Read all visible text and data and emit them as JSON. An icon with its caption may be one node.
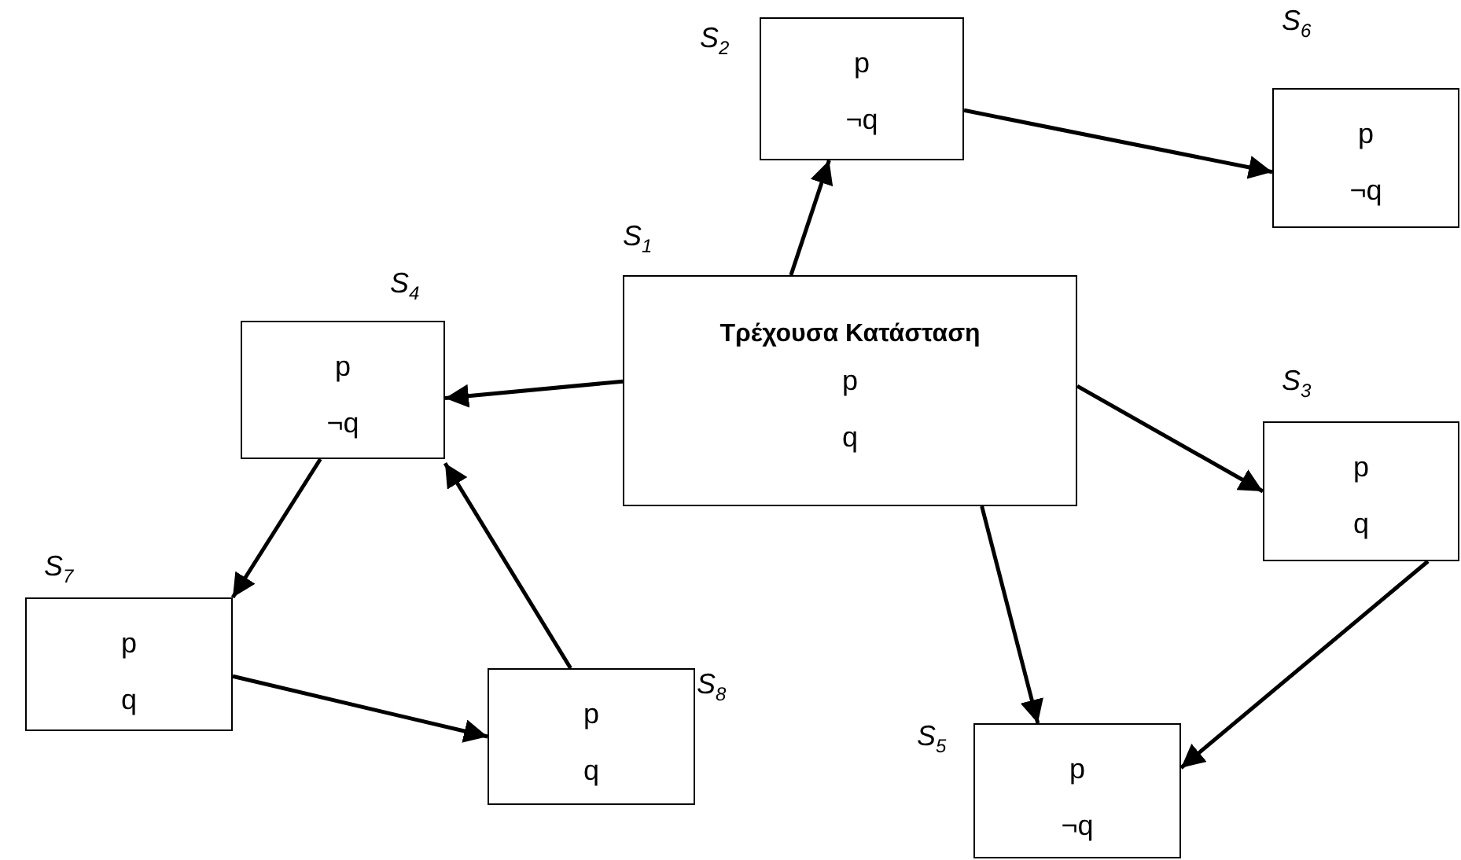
{
  "diagram": {
    "nodes": [
      {
        "text": [
          "p",
          "¬q"
        ],
        "beside": [
          "S$_{2}$"
        ]
      },
      {
        "text": [
          "p",
          "¬q"
        ],
        "beside": [
          "S$_{6}$"
        ]
      },
      {
        "text": [
          "Τρέχουσα Κατάσταση",
          "p",
          "q"
        ],
        "beside": [
          "S$_{1}$"
        ]
      },
      {
        "text": [
          "p",
          "¬q"
        ],
        "beside": [
          "S$_{4}$"
        ]
      },
      {
        "text": [
          "p",
          "q"
        ],
        "beside": [
          "S$_{3}$"
        ]
      },
      {
        "text": [
          "p",
          "q"
        ],
        "beside": [
          "S$_{7}$"
        ]
      },
      {
        "text": [
          "p",
          "q"
        ],
        "beside": [
          "S$_{8}$"
        ]
      },
      {
        "text": [
          "p",
          "¬q"
        ],
        "beside": [
          "S$_{5}$"
        ]
      }
    ],
    "edges": [
      {
        "from": 2,
        "to": 0,
        "arrow": "to"
      },
      {
        "from": 0,
        "to": 1,
        "arrow": "to"
      },
      {
        "from": 2,
        "to": 3,
        "arrow": "to"
      },
      {
        "from": 2,
        "to": 4,
        "arrow": "to"
      },
      {
        "from": 2,
        "to": 7,
        "arrow": "to"
      },
      {
        "from": 4,
        "to": 7,
        "arrow": "to"
      },
      {
        "from": 3,
        "to": 5,
        "arrow": "to"
      },
      {
        "from": 5,
        "to": 6,
        "arrow": "to"
      },
      {
        "from": 6,
        "to": 3,
        "arrow": "to"
      }
    ]
  }
}
